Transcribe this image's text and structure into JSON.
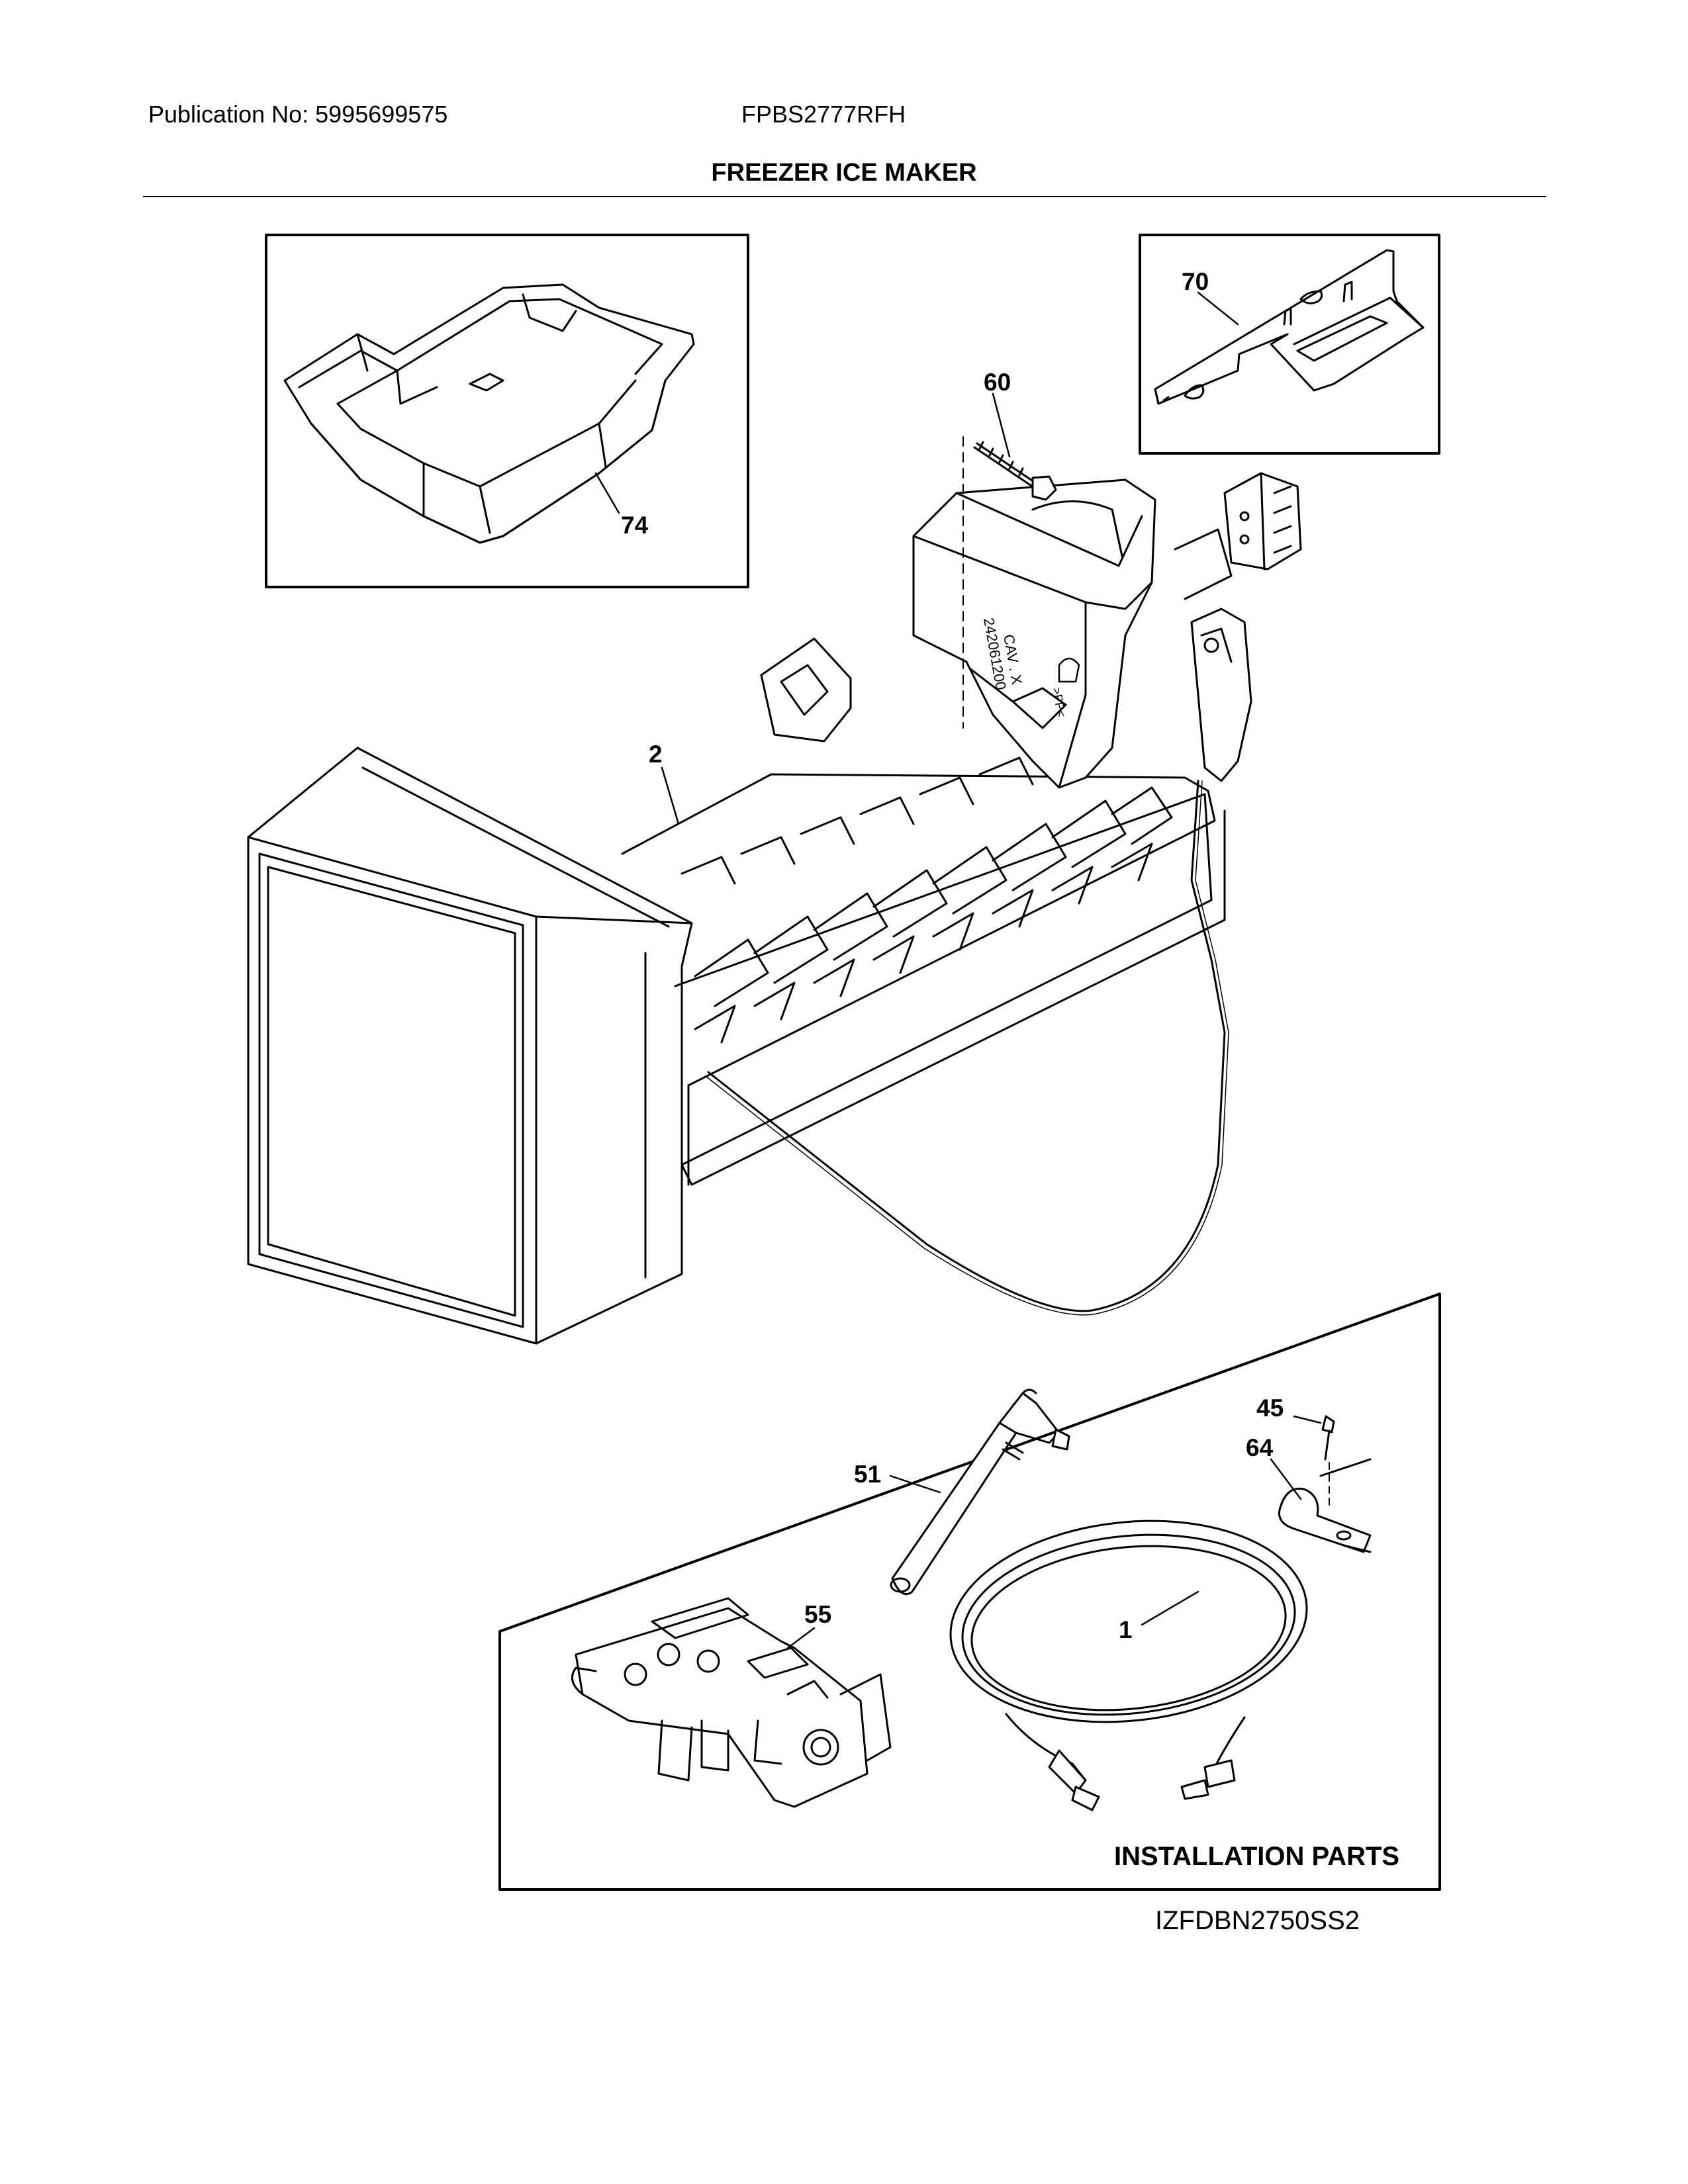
{
  "header": {
    "publication": "Publication No: 5995699575",
    "model": "FPBS2777RFH"
  },
  "title": "FREEZER ICE MAKER",
  "callouts": {
    "p74": "74",
    "p70": "70",
    "p60": "60",
    "p2": "2",
    "p45": "45",
    "p64": "64",
    "p51": "51",
    "p55": "55",
    "p1": "1"
  },
  "mold_marking": {
    "line1": "242061200",
    "line2": "CAV . X",
    "recycle": ">PP<"
  },
  "install_label": "INSTALLATION PARTS",
  "drawing_id": "IZFDBN2750SS2"
}
